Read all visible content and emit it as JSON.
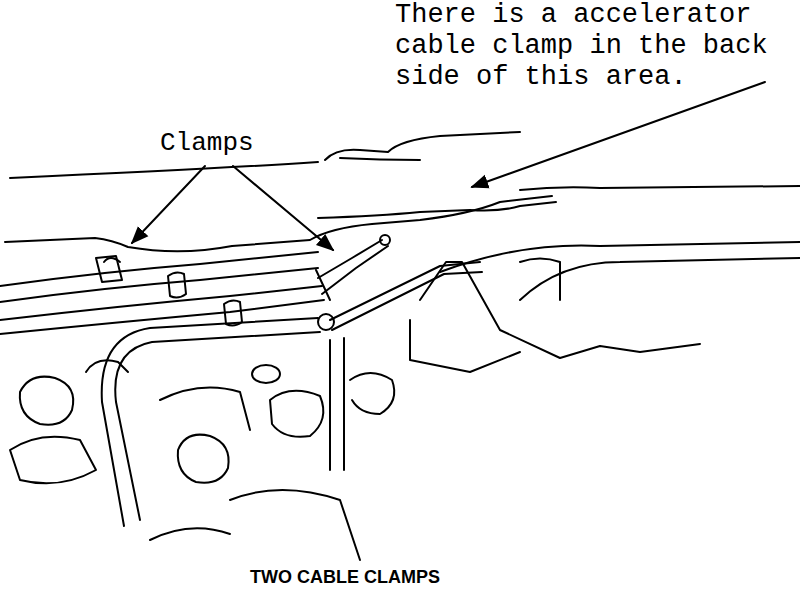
{
  "diagram": {
    "caption": "TWO CABLE CLAMPS",
    "labels": [
      "There is a accelerator cable clamp in the back side of this area.",
      "Clamps"
    ]
  }
}
